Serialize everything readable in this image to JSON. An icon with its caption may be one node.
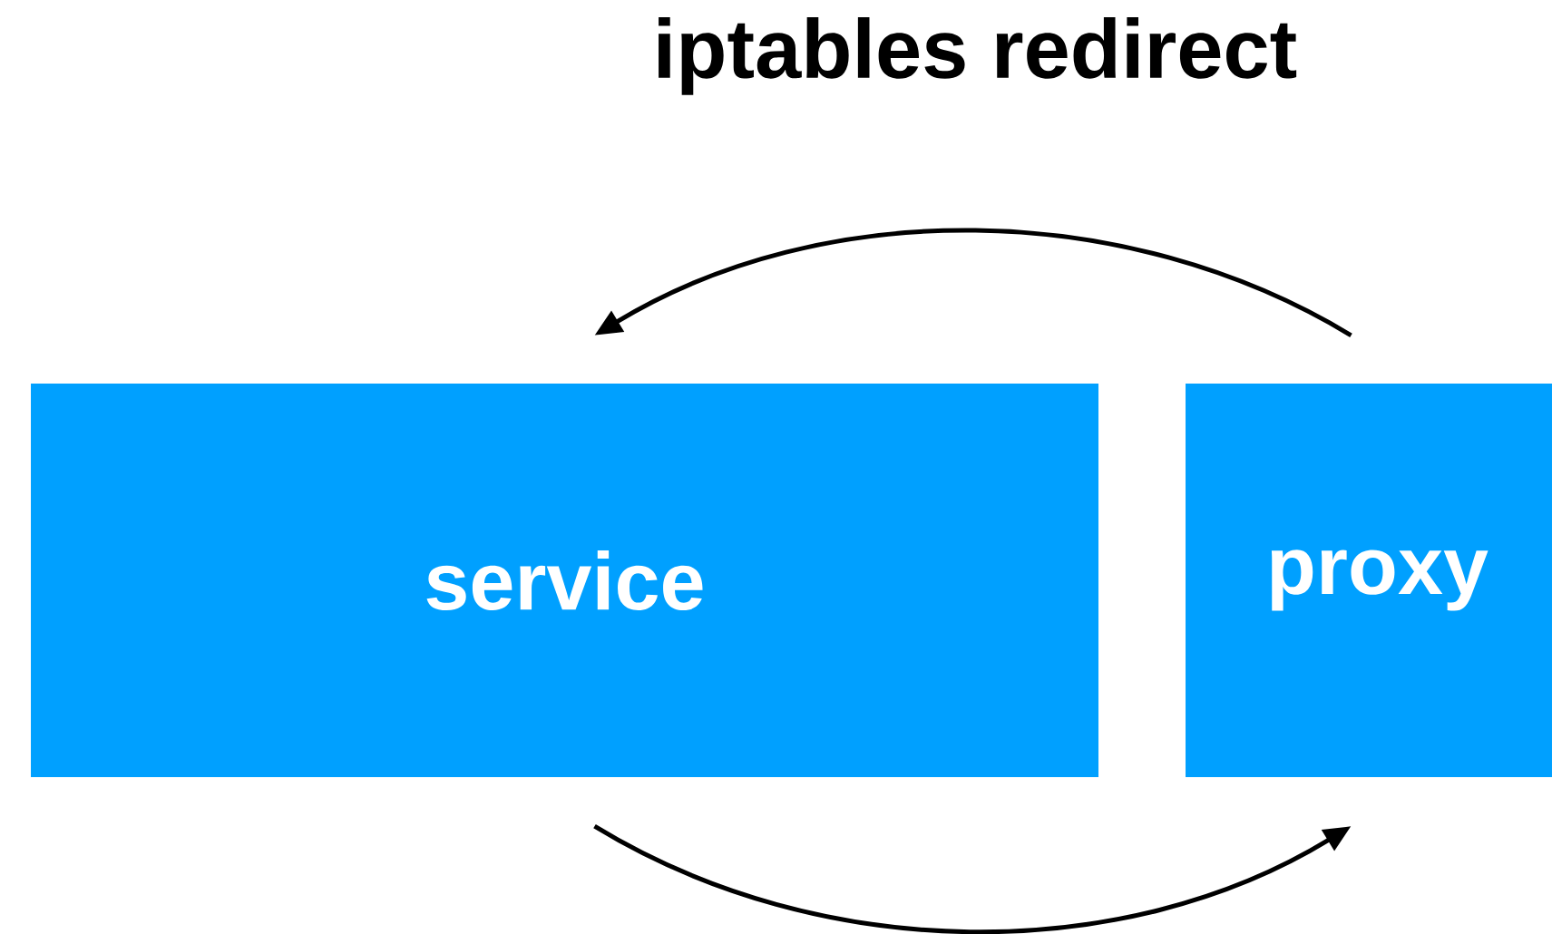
{
  "diagram": {
    "title": "iptables redirect",
    "nodes": [
      {
        "text": [
          "service"
        ]
      },
      {
        "text": [
          "proxy"
        ]
      }
    ],
    "edges": [
      {
        "from": 1,
        "to": 0,
        "arrow": "to"
      },
      {
        "from": 0,
        "to": 1,
        "arrow": "to"
      }
    ]
  }
}
